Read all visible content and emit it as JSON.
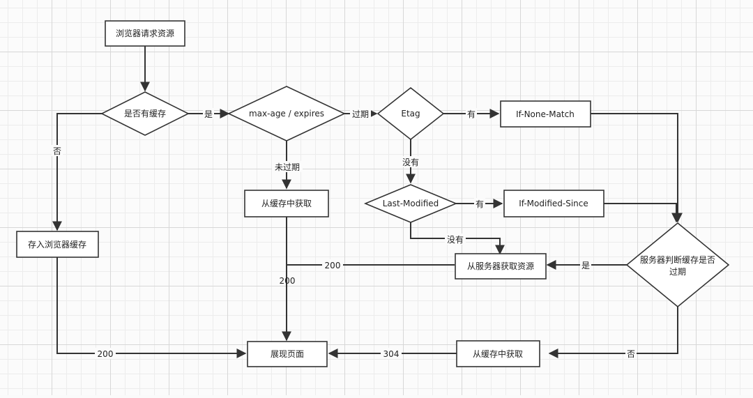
{
  "nodes": {
    "browser_request": "浏览器请求资源",
    "has_cache": "是否有缓存",
    "max_age": "max-age / expires",
    "etag": "Etag",
    "if_none_match": "If-None-Match",
    "store_cache": "存入浏览器缓存",
    "get_from_cache_1": "从缓存中获取",
    "last_modified": "Last-Modified",
    "if_modified_since": "If-Modified-Since",
    "get_from_server": "从服务器获取资源",
    "server_check_line1": "服务器判断缓存是否",
    "server_check_line2": "过期",
    "show_page": "展现页面",
    "get_from_cache_2": "从缓存中获取"
  },
  "edge_labels": {
    "yes_cache": "是",
    "no_cache": "否",
    "expired": "过期",
    "not_expired": "未过期",
    "etag_yes": "有",
    "etag_no": "没有",
    "lm_yes": "有",
    "lm_no": "没有",
    "server_yes": "是",
    "server_no": "否",
    "status_200_server": "200",
    "status_200_cache": "200",
    "status_200_store": "200",
    "status_304": "304"
  }
}
